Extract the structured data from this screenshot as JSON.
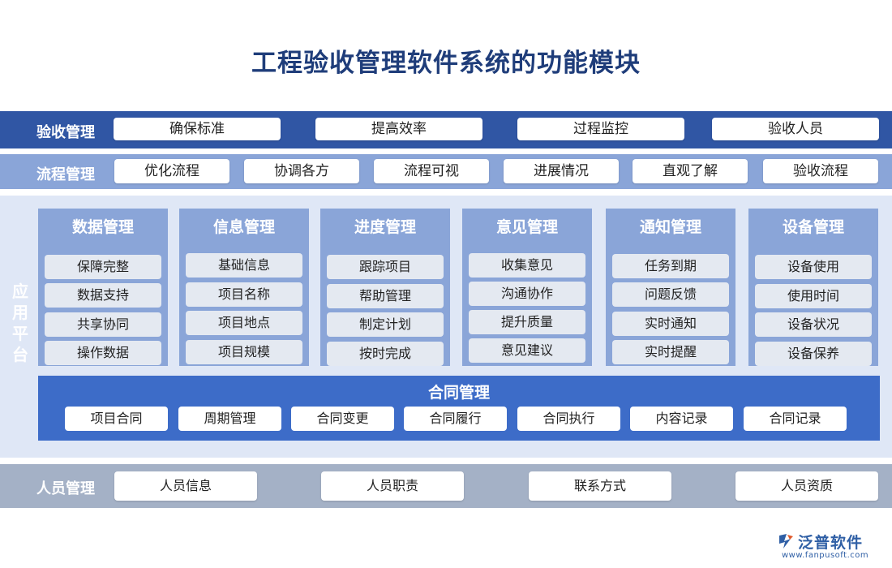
{
  "title": "工程验收管理软件系统的功能模块",
  "acceptance": {
    "label": "验收管理",
    "items": [
      "确保标准",
      "提高效率",
      "过程监控",
      "验收人员"
    ]
  },
  "process": {
    "label": "流程管理",
    "items": [
      "优化流程",
      "协调各方",
      "流程可视",
      "进展情况",
      "直观了解",
      "验收流程"
    ]
  },
  "platform": {
    "label": "应用平台",
    "modules": [
      {
        "title": "数据管理",
        "items": [
          "保障完整",
          "数据支持",
          "共享协同",
          "操作数据"
        ]
      },
      {
        "title": "信息管理",
        "items": [
          "基础信息",
          "项目名称",
          "项目地点",
          "项目规模"
        ]
      },
      {
        "title": "进度管理",
        "items": [
          "跟踪项目",
          "帮助管理",
          "制定计划",
          "按时完成"
        ]
      },
      {
        "title": "意见管理",
        "items": [
          "收集意见",
          "沟通协作",
          "提升质量",
          "意见建议"
        ]
      },
      {
        "title": "通知管理",
        "items": [
          "任务到期",
          "问题反馈",
          "实时通知",
          "实时提醒"
        ]
      },
      {
        "title": "设备管理",
        "items": [
          "设备使用",
          "使用时间",
          "设备状况",
          "设备保养"
        ]
      }
    ],
    "contract": {
      "title": "合同管理",
      "items": [
        "项目合同",
        "周期管理",
        "合同变更",
        "合同履行",
        "合同执行",
        "内容记录",
        "合同记录"
      ]
    }
  },
  "personnel": {
    "label": "人员管理",
    "items": [
      "人员信息",
      "人员职责",
      "联系方式",
      "人员资质"
    ]
  },
  "logo": {
    "name": "泛普软件",
    "url": "www.fanpusoft.com"
  },
  "colors": {
    "title": "#1f3d7a",
    "band_dark": "#3056a4",
    "band_light": "#8aa5d8",
    "platform_bg": "#dfe7f6",
    "contract_bg": "#3d6cc8",
    "personnel_bg": "#a4b1c6"
  }
}
